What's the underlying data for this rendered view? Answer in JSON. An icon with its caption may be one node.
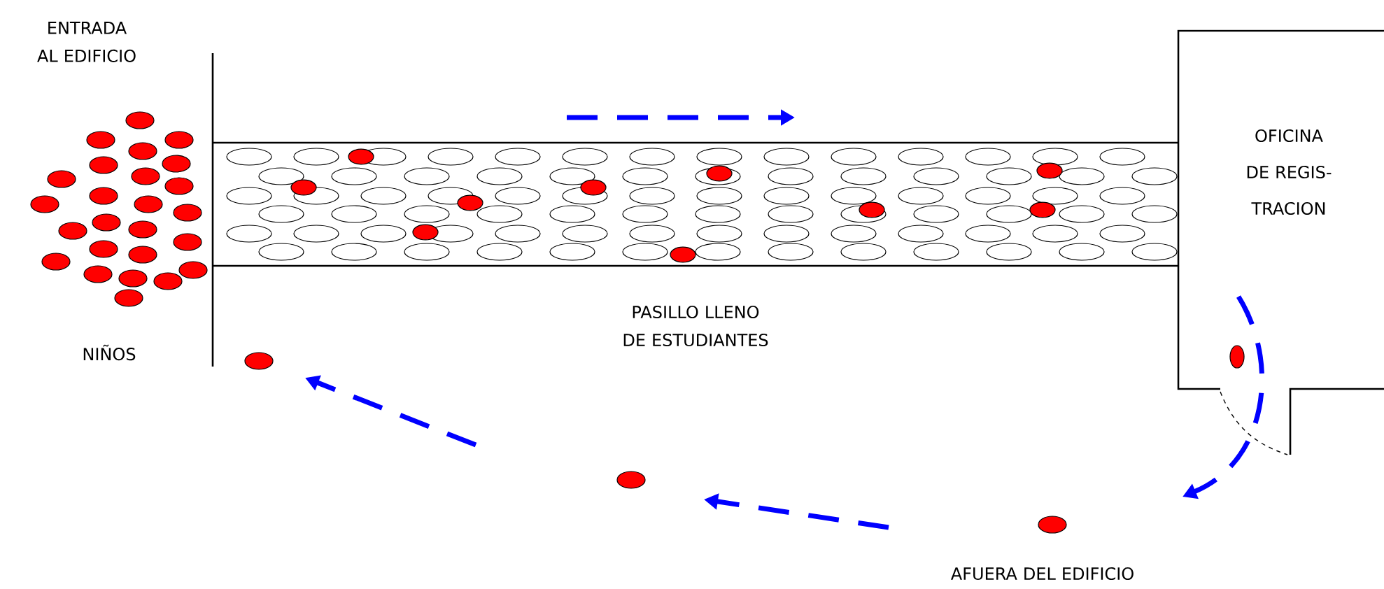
{
  "diagram": {
    "nodes": [
      {
        "text": [
          "OFICINA DE REGIS- TRACION"
        ]
      }
    ],
    "labels": [
      "ENTRADA AL EDIFICIO",
      "NIÑOS",
      "PASILLO LLENO DE ESTUDIANTES",
      "AFUERA DEL EDIFICIO"
    ]
  }
}
